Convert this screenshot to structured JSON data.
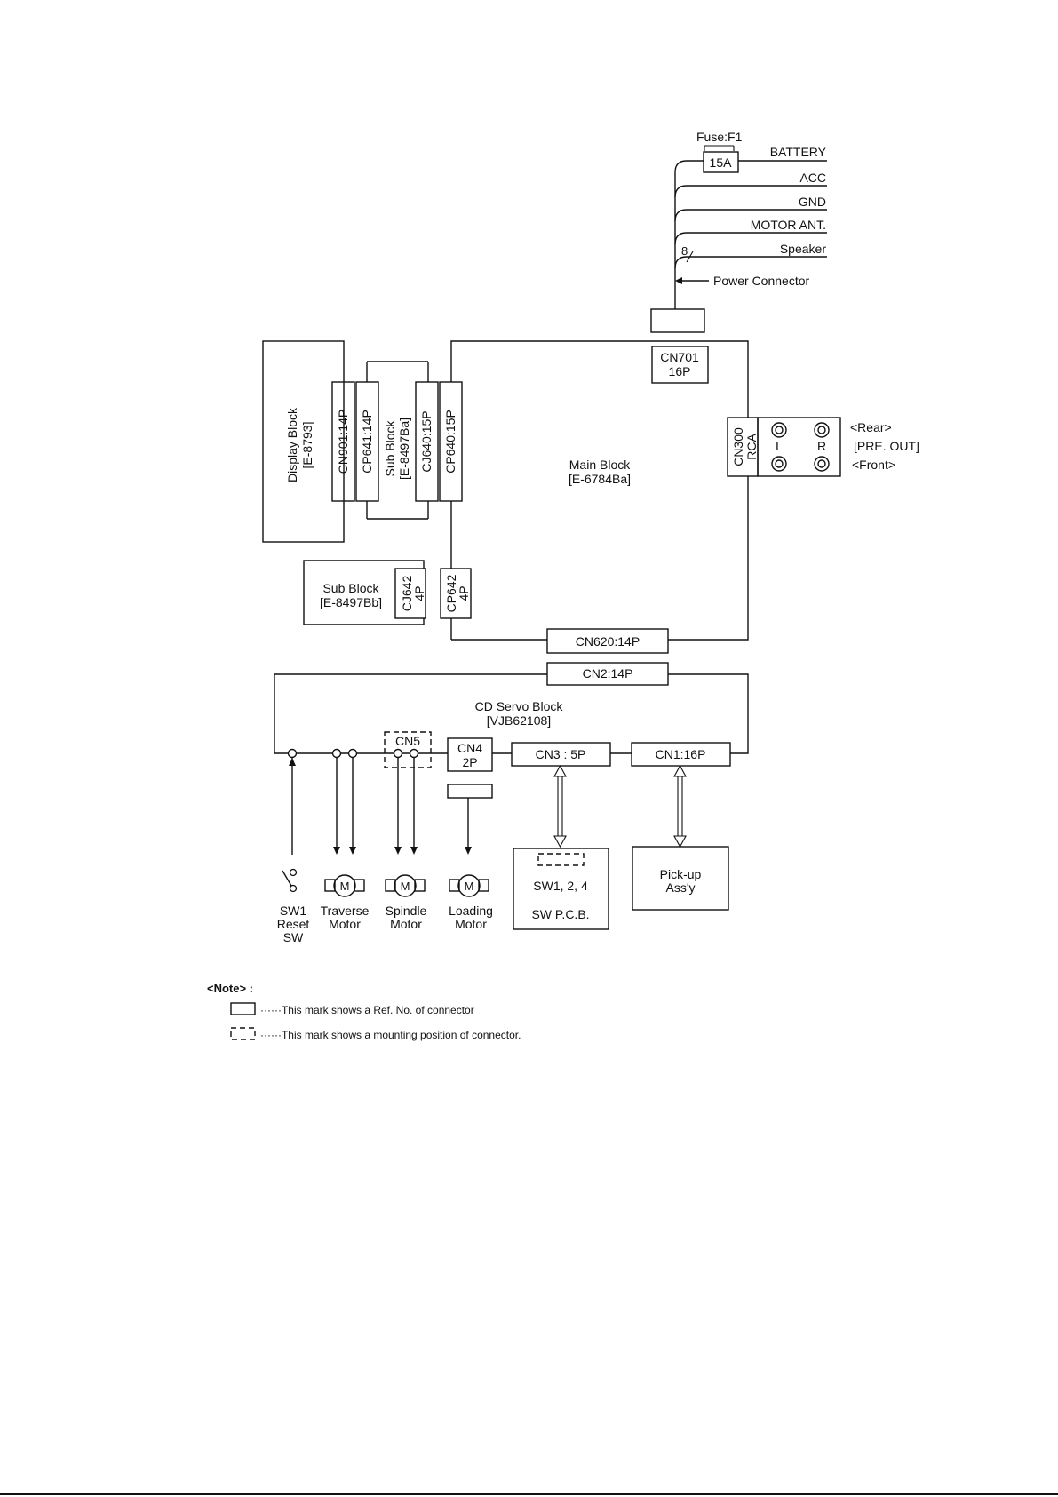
{
  "power": {
    "fuse_label": "Fuse:F1",
    "fuse_value": "15A",
    "lines": [
      "BATTERY",
      "ACC",
      "GND",
      "MOTOR ANT.",
      "Speaker"
    ],
    "speaker_count": "8",
    "power_connector": "Power Connector"
  },
  "blocks": {
    "display": [
      "Display Block",
      "[E-8793]"
    ],
    "sub_a": [
      "Sub Block",
      "[E-8497Ba]"
    ],
    "main": [
      "Main Block",
      "[E-6784Ba]"
    ],
    "sub_b": [
      "Sub Block",
      "[E-8497Bb]"
    ],
    "cd_servo": [
      "CD Servo Block",
      "[VJB62108]"
    ]
  },
  "connectors": {
    "cn901": "CN901:14P",
    "cp641": "CP641:14P",
    "cj640": "CJ640:15P",
    "cp640": "CP640:15P",
    "cn701": [
      "CN701",
      "16P"
    ],
    "cn300": [
      "CN300",
      "RCA"
    ],
    "cj642": [
      "CJ642",
      "4P"
    ],
    "cp642": [
      "CP642",
      "4P"
    ],
    "cn620": "CN620:14P",
    "cn2": "CN2:14P",
    "cn5": "CN5",
    "cn4": [
      "CN4",
      "2P"
    ],
    "cn3": "CN3 : 5P",
    "cn1": "CN1:16P"
  },
  "rca": {
    "left": "L",
    "right": "R",
    "rear": "<Rear>",
    "pre_out": "[PRE. OUT]",
    "front": "<Front>"
  },
  "components": {
    "sw1": [
      "SW1",
      "Reset",
      "SW"
    ],
    "traverse": [
      "Traverse",
      "Motor"
    ],
    "spindle": [
      "Spindle",
      "Motor"
    ],
    "loading": [
      "Loading",
      "Motor"
    ],
    "motor_symbol": "M",
    "sw_pcb": [
      "SW1, 2, 4",
      "SW P.C.B."
    ],
    "pickup": [
      "Pick-up",
      "Ass'y"
    ]
  },
  "note": {
    "title": "<Note> :",
    "solid": "······This mark shows a Ref. No. of connector",
    "dashed": "······This mark shows a mounting position of connector."
  }
}
